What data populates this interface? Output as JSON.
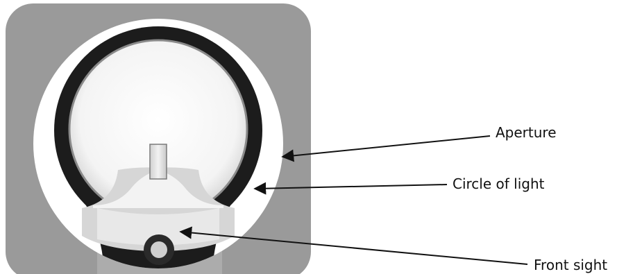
{
  "labels": {
    "aperture": "Aperture",
    "circle_of_light": "Circle of light",
    "front_sight": "Front sight"
  },
  "colors": {
    "panel_gray": "#9a9a9a",
    "ring_black": "#1a1a1a",
    "aperture_white": "#ffffff",
    "light_field": "#f6f6f6",
    "arrow": "#111111"
  }
}
